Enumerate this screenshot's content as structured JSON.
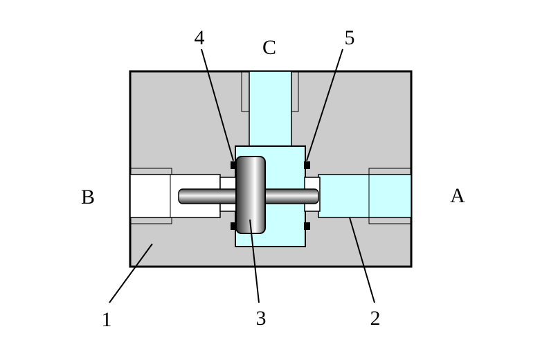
{
  "ports": {
    "a": "A",
    "b": "B",
    "c": "C"
  },
  "callouts": {
    "n1": "1",
    "n2": "2",
    "n3": "3",
    "n4": "4",
    "n5": "5"
  },
  "colors": {
    "body_fill": "#cccccc",
    "fluid_fill": "#ccffff",
    "outline": "#000000",
    "background": "#ffffff",
    "piston_dark": "#333333",
    "piston_light": "#ffffff"
  }
}
